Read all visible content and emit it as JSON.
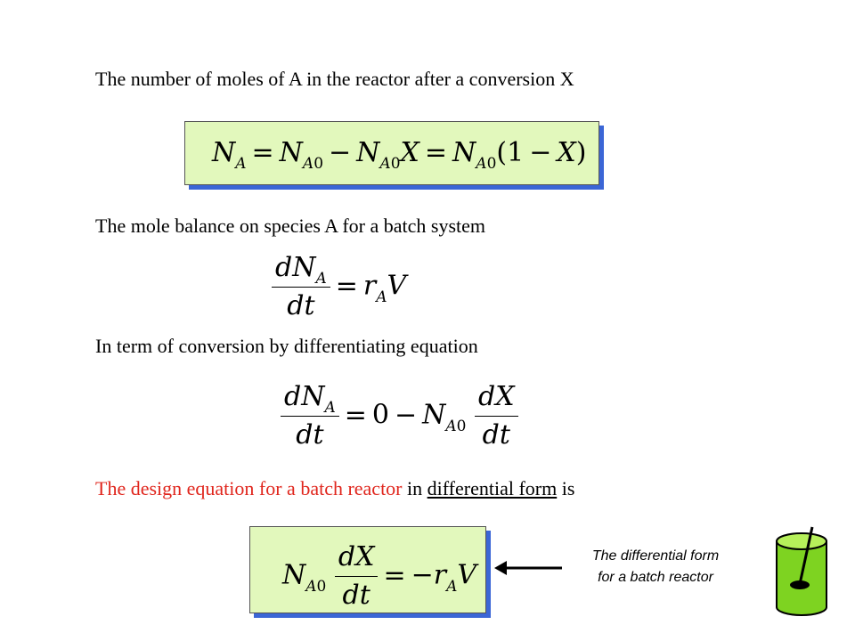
{
  "lines": {
    "l1": "The number of moles of A in the reactor after a conversion X",
    "l2": "The mole balance on species A for a batch system",
    "l3": "In term of conversion by differentiating equation",
    "l4_red": "The design equation for a batch reactor",
    "l4_in": " in ",
    "l4_underline": "differential form",
    "l4_end": " is"
  },
  "equations": {
    "eq1": "N_A = N_A0 - N_A0 X = N_A0 (1 - X)",
    "eq2": "dN_A/dt = r_A V",
    "eq3": "dN_A/dt = 0 - N_A0 dX/dt",
    "eq4": "N_A0 dX/dt = -r_A V"
  },
  "note": {
    "line1": "The differential form",
    "line2": "for a batch reactor"
  },
  "icons": [
    "arrow-left-icon",
    "batch-reactor-icon"
  ],
  "colors": {
    "highlight_text": "#e0261d",
    "box_fill": "#e2f8bc",
    "box_shadow": "#3b66d6",
    "reactor_fill": "#7ed321"
  }
}
